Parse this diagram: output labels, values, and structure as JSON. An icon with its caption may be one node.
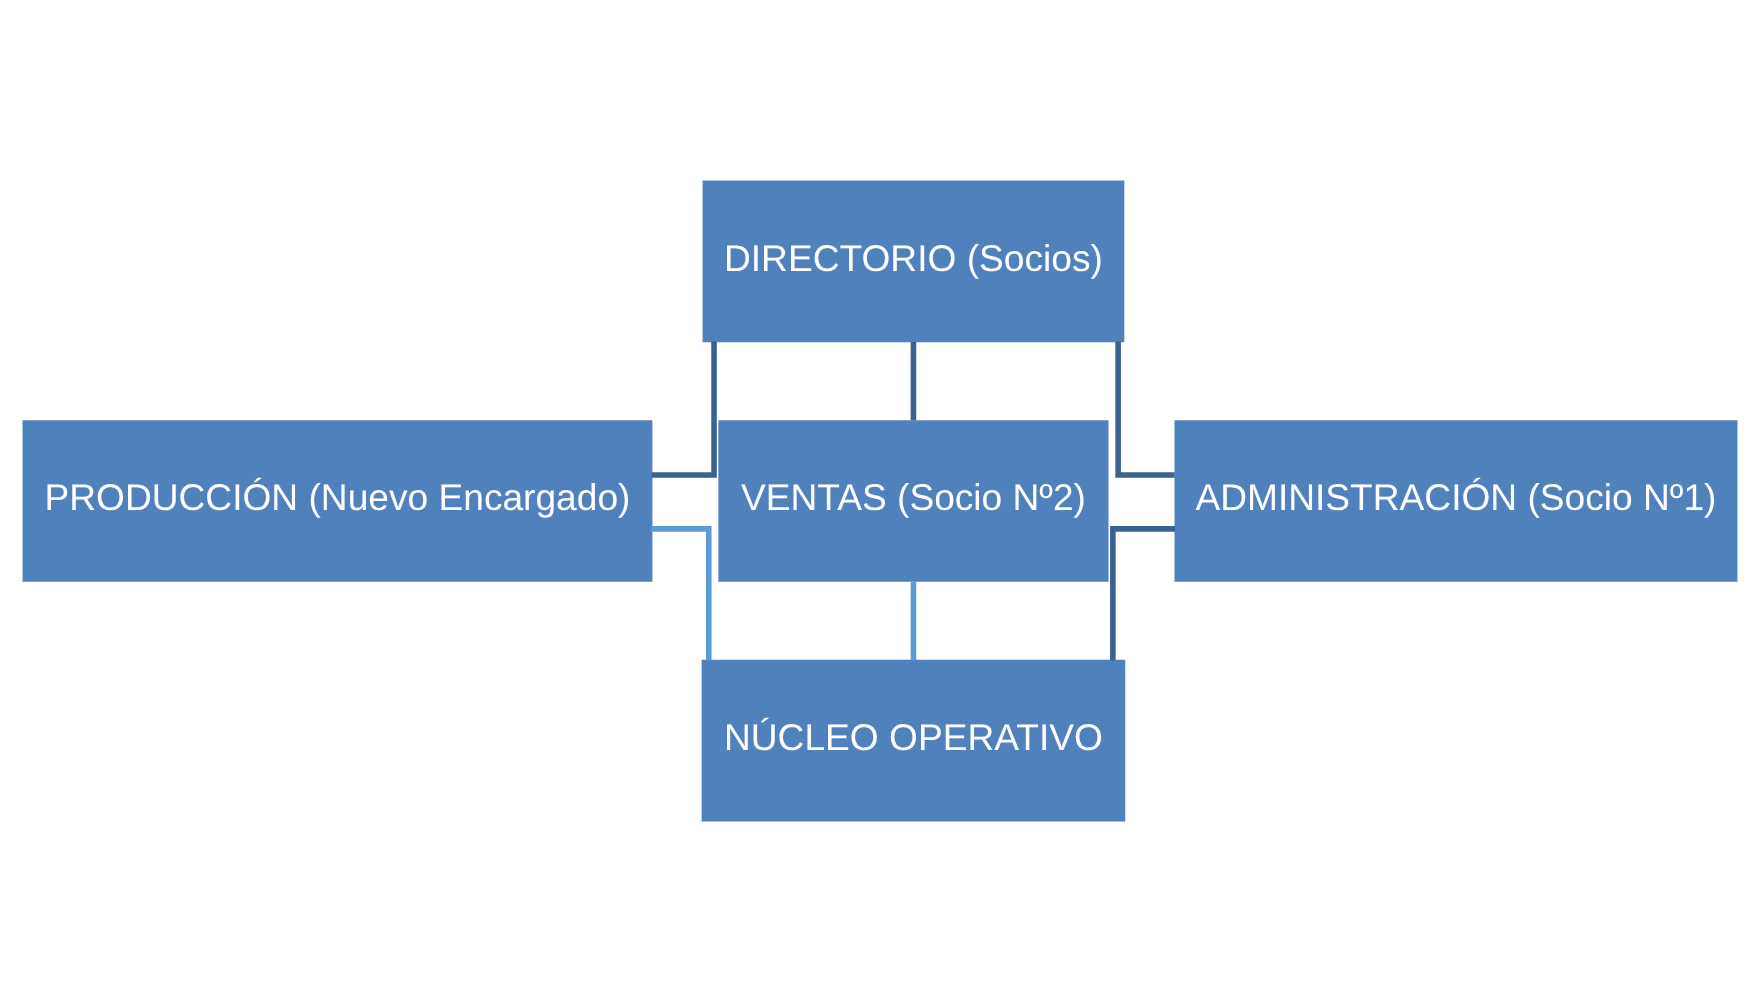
{
  "diagram": {
    "nodes": [
      {
        "text": [
          "DIRECTORIO (Socios)"
        ]
      },
      {
        "text": [
          "PRODUCCIÓN (Nuevo Encargado)"
        ]
      },
      {
        "text": [
          "VENTAS (Socio Nº2)"
        ]
      },
      {
        "text": [
          "ADMINISTRACIÓN (Socio Nº1)"
        ]
      },
      {
        "text": [
          "NÚCLEO OPERATIVO"
        ]
      }
    ],
    "edges": [
      {
        "from": 0,
        "to": 1,
        "arrow": "none"
      },
      {
        "from": 0,
        "to": 2,
        "arrow": "none"
      },
      {
        "from": 0,
        "to": 3,
        "arrow": "none"
      },
      {
        "from": 1,
        "to": 4,
        "arrow": "none",
        "color": "#5b9bd5"
      },
      {
        "from": 2,
        "to": 4,
        "arrow": "none",
        "color": "#5b9bd5"
      },
      {
        "from": 3,
        "to": 4,
        "arrow": "none"
      }
    ]
  }
}
